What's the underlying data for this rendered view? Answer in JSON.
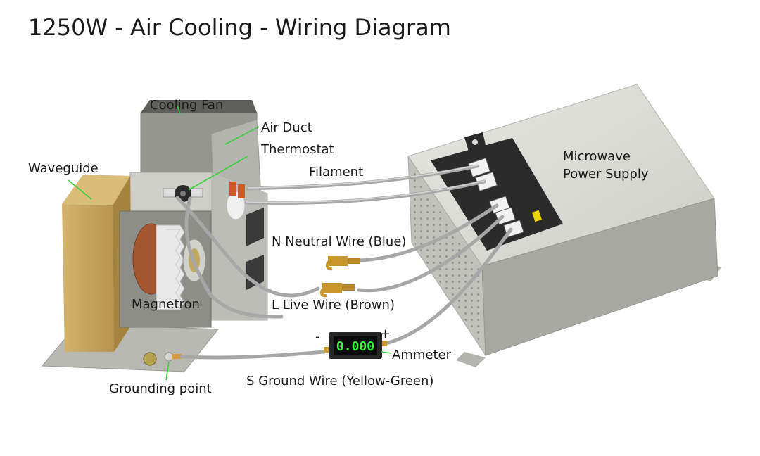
{
  "title": "1250W - Air Cooling - Wiring Diagram",
  "labels": {
    "cooling_fan": "Cooling Fan",
    "air_duct": "Air Duct",
    "thermostat": "Thermostat",
    "waveguide": "Waveguide",
    "filament": "Filament",
    "power_supply_line1": "Microwave",
    "power_supply_line2": "Power Supply",
    "neutral_wire": "N Neutral Wire (Blue)",
    "live_wire": "L Live Wire (Brown)",
    "magnetron": "Magnetron",
    "ammeter": "Ammeter",
    "ammeter_minus": "-",
    "ammeter_plus": "+",
    "grounding_point": "Grounding point",
    "ground_wire": "S Ground Wire (Yellow-Green)"
  },
  "ammeter_display": "0.000",
  "colors": {
    "leader_lines": "#3ccf3c",
    "wire": "#a7a7a7",
    "waveguide": "#c8a65e",
    "power_supply_body": "#d9d9d4",
    "terminal_panel": "#2b2b2b",
    "ammeter_digits": "#3cff3c",
    "copper_coil": "#a4572f",
    "spade_terminal": "#c9962c"
  }
}
